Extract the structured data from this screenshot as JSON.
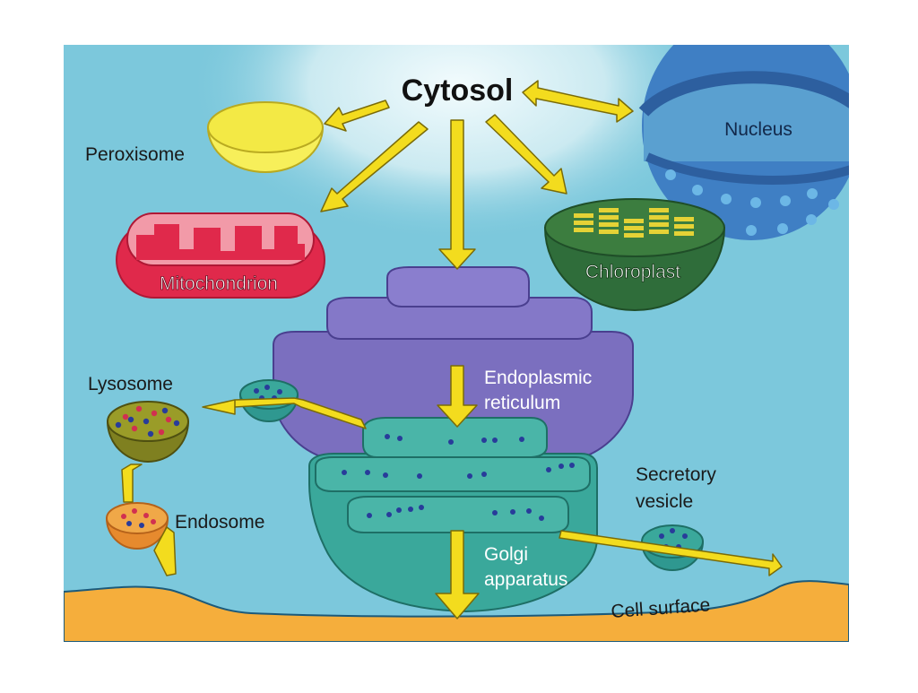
{
  "labels": {
    "cytosol": "Cytosol",
    "peroxisome": "Peroxisome",
    "nucleus": "Nucleus",
    "mitochondrion": "Mitochondrion",
    "chloroplast": "Chloroplast",
    "er_line1": "Endoplasmic",
    "er_line2": "reticulum",
    "lysosome": "Lysosome",
    "endosome": "Endosome",
    "secretory_line1": "Secretory",
    "secretory_line2": "vesicle",
    "golgi_line1": "Golgi",
    "golgi_line2": "apparatus",
    "cell_surface": "Cell surface"
  },
  "colors": {
    "background": "#7cc8dc",
    "cytosol_glow": "#dff2f6",
    "arrow": "#f3dc1e",
    "peroxisome": "#f7ef5a",
    "nucleus": "#3f7fc4",
    "mitochondrion": "#e0294b",
    "chloroplast": "#2f6d3a",
    "er": "#7b6fbf",
    "golgi": "#3aa89b",
    "lysosome": "#9a9c28",
    "endosome": "#f0a848",
    "cell_surface": "#f5ae3c"
  }
}
